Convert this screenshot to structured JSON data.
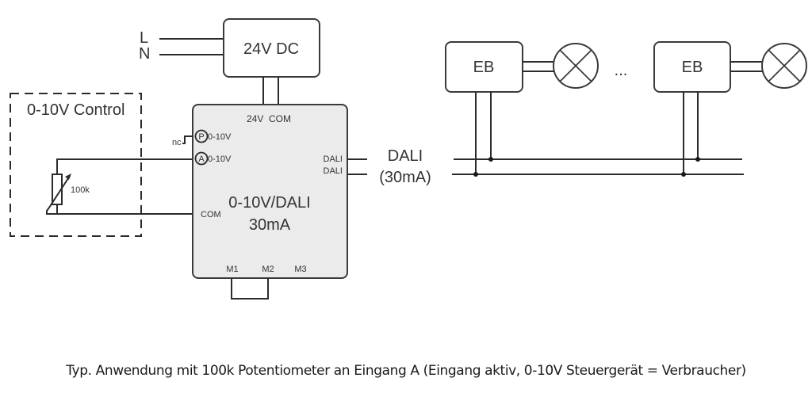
{
  "power_supply": {
    "label": "24V DC",
    "inputs": [
      "L",
      "N"
    ]
  },
  "control_box": {
    "title": "0-10V Control",
    "potentiometer_label": "100k"
  },
  "module": {
    "title_line1": "0-10V/DALI",
    "title_line2": "30mA",
    "top_terminals": "24V  COM",
    "input_p": {
      "badge": "P",
      "label": "0-10V",
      "nc_label": "nc"
    },
    "input_a": {
      "badge": "A",
      "label": "0-10V"
    },
    "com_label": "COM",
    "dali_terminals": [
      "DALI",
      "DALI"
    ],
    "bottom_terminals": [
      "M1",
      "M2",
      "M3"
    ]
  },
  "bus": {
    "label": "DALI",
    "current": "(30mA)"
  },
  "ballasts": [
    {
      "label": "EB"
    },
    {
      "label": "EB"
    }
  ],
  "ellipsis": "...",
  "caption": "Typ. Anwendung mit 100k Potentiometer an Eingang A (Eingang aktiv, 0-10V Steuergerät = Verbraucher)"
}
